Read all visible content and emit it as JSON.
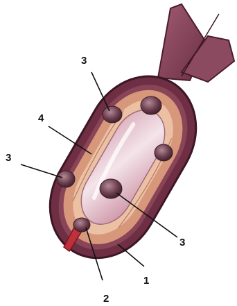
{
  "labels": {
    "l1": "1",
    "l2": "2",
    "l3_top": "3",
    "l3_left": "3",
    "l3_right": "3",
    "l4": "4"
  },
  "colors": {
    "outer_wall": "#6e2e43",
    "wall_dark": "#4a1c2c",
    "inner_layer": "#d7977a",
    "inner_light": "#ecc1a3",
    "core": "#e8c9d1",
    "core_highlight": "#faf0f4",
    "node": "#6a3d4c",
    "tube": "#c0303a"
  },
  "icons": [
    "fish-tail-shape",
    "central-body",
    "nodule",
    "outflow-tube"
  ]
}
